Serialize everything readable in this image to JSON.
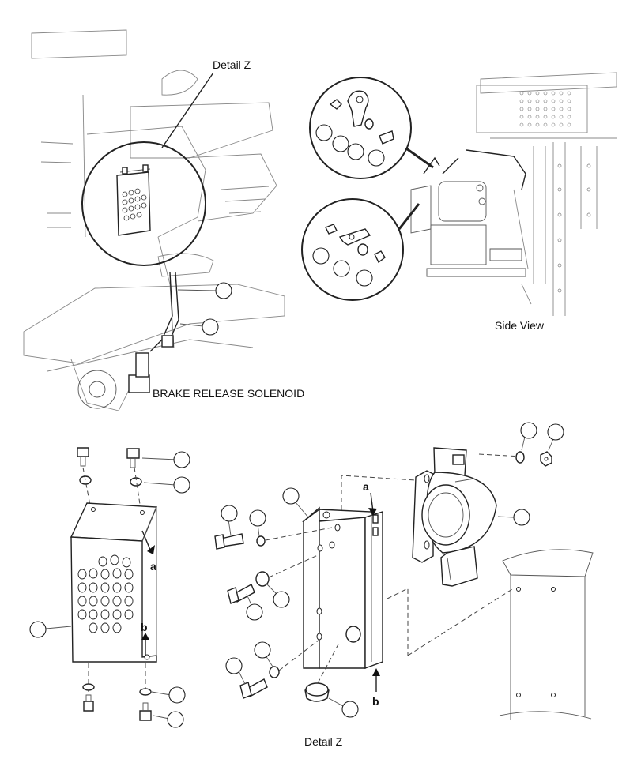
{
  "labels": {
    "detail_z_top": "Detail Z",
    "side_view": "Side View",
    "brake_release_solenoid": "BRAKE RELEASE SOLENOID",
    "detail_z_bottom": "Detail Z",
    "arrow_a_left": "a",
    "arrow_b_left": "b",
    "arrow_a_right": "a",
    "arrow_b_right": "b"
  }
}
